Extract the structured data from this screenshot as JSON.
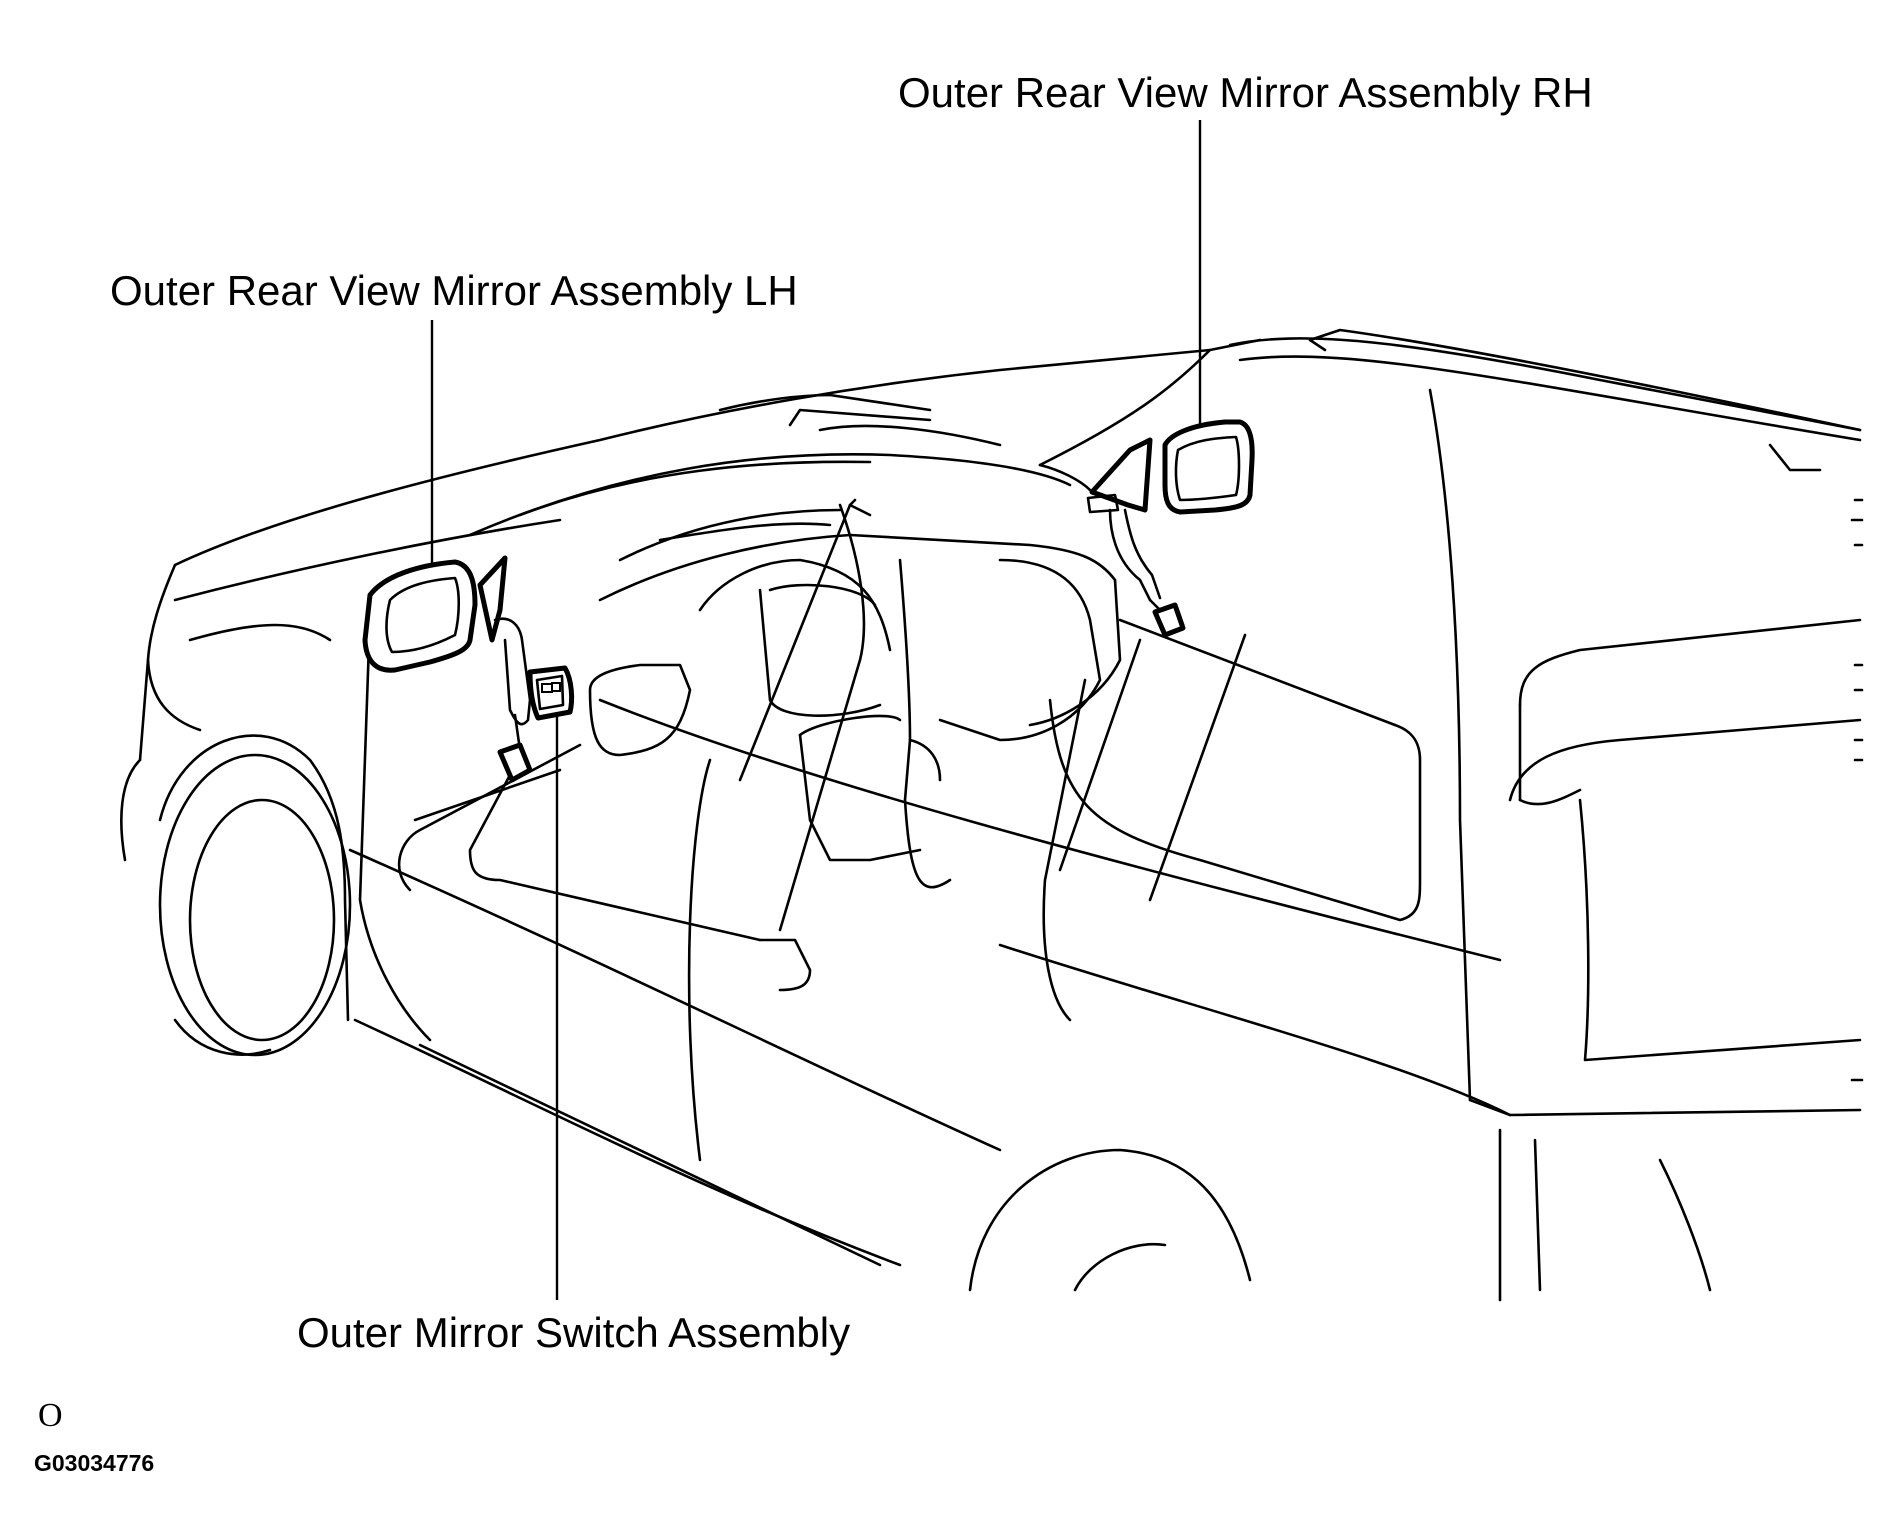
{
  "labels": {
    "mirror_rh": "Outer Rear View Mirror Assembly RH",
    "mirror_lh": "Outer Rear View Mirror Assembly LH",
    "switch": "Outer Mirror Switch Assembly"
  },
  "footer": {
    "page_marker": "O",
    "figure_code": "G03034776"
  }
}
